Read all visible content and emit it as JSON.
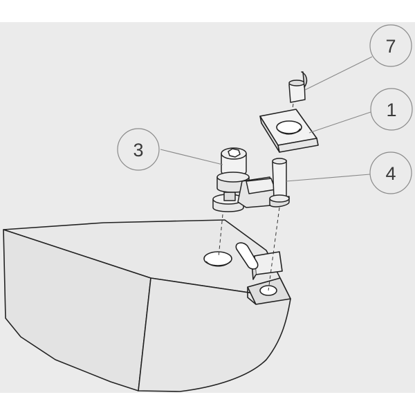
{
  "colors": {
    "background": "#ebebeb",
    "part_fill": "#e6e6e6",
    "part_fill_light": "#f2f2f2",
    "outline": "#222222",
    "leader": "#888888",
    "callout_fill": "#ebebeb",
    "callout_stroke": "#8a8a8a",
    "callout_text": "#3a3a3a"
  },
  "callouts": [
    {
      "label": "7",
      "part": "clamp-sleeve"
    },
    {
      "label": "1",
      "part": "clamp-plate"
    },
    {
      "label": "3",
      "part": "screw"
    },
    {
      "label": "4",
      "part": "clamp-lever"
    }
  ]
}
